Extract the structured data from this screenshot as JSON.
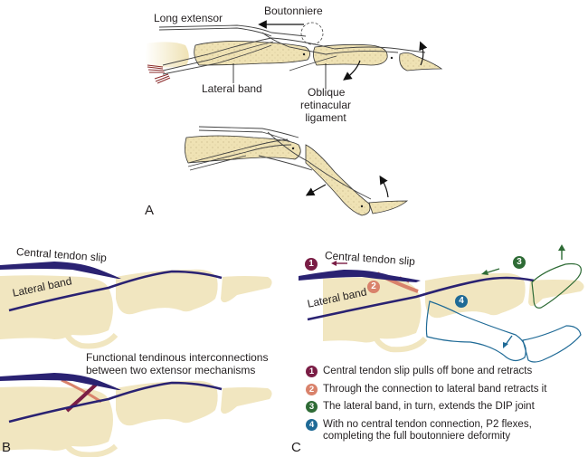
{
  "panel_a": {
    "letter": "A",
    "labels": {
      "boutonniere": "Boutonniere",
      "long_extensor": "Long extensor",
      "lateral_band": "Lateral band",
      "oblique_1": "Oblique",
      "oblique_2": "retinacular",
      "oblique_3": "ligament"
    }
  },
  "panel_b": {
    "letter": "B",
    "labels": {
      "central_tendon_slip": "Central tendon slip",
      "lateral_band": "Lateral band",
      "interconnections_1": "Functional tendinous interconnections",
      "interconnections_2": "between two extensor mechanisms"
    }
  },
  "panel_c": {
    "letter": "C",
    "labels": {
      "central_tendon_slip": "Central tendon slip",
      "lateral_band": "Lateral band"
    },
    "legend": [
      {
        "num": "1",
        "color": "#7a1d45",
        "text": "Central tendon slip pulls off bone and retracts"
      },
      {
        "num": "2",
        "color": "#d9826b",
        "text": "Through the connection to lateral band retracts it"
      },
      {
        "num": "3",
        "color": "#2e6b35",
        "text": "The lateral band, in turn, extends the DIP joint"
      },
      {
        "num": "4",
        "color": "#1f6a96",
        "text": "With no central tendon connection, P2 flexes,",
        "text2": "completing the full boutonniere deformity"
      }
    ]
  },
  "colors": {
    "bone": "#f1e6c0",
    "tendon": "#2a2272",
    "step1": "#7a1d45",
    "step2": "#d9826b",
    "step3": "#2e6b35",
    "step4": "#1f6a96"
  }
}
